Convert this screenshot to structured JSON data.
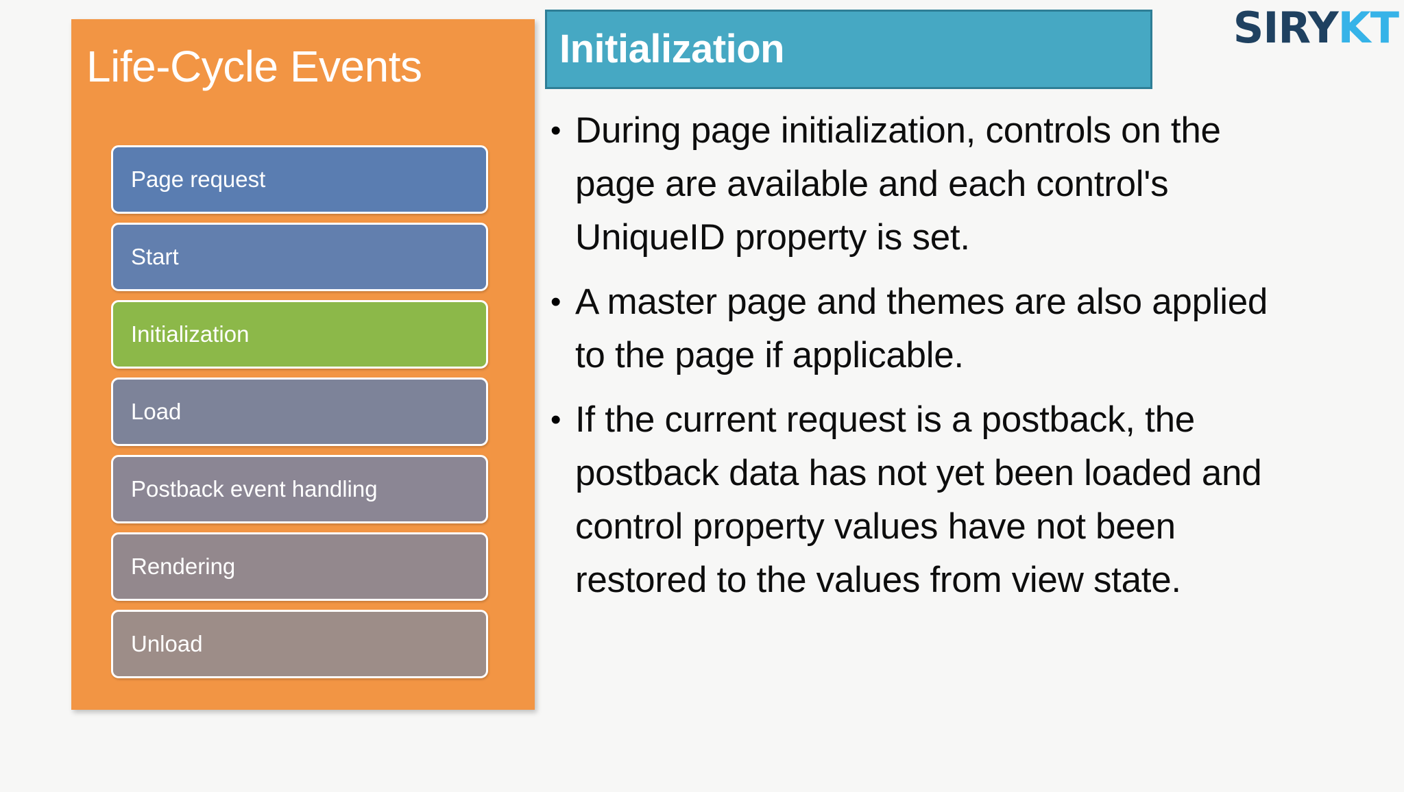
{
  "slide": {
    "background_color": "#f7f7f6"
  },
  "lifecycle_panel": {
    "title": "Life-Cycle Events",
    "panel_color": "#F29544",
    "stages": [
      {
        "label": "Page request",
        "color": "#5A7DB1",
        "highlighted": false
      },
      {
        "label": "Start",
        "color": "#627FAE",
        "highlighted": false
      },
      {
        "label": "Initialization",
        "color": "#8CB849",
        "highlighted": true
      },
      {
        "label": "Load",
        "color": "#7D8399",
        "highlighted": false
      },
      {
        "label": "Postback event handling",
        "color": "#8B8694",
        "highlighted": false
      },
      {
        "label": "Rendering",
        "color": "#93888D",
        "highlighted": false
      },
      {
        "label": "Unload",
        "color": "#9D8D88",
        "highlighted": false
      }
    ]
  },
  "content": {
    "header": "Initialization",
    "header_color": "#46A8C3",
    "header_border_color": "#2E7E96",
    "bullet_glyph": "•",
    "bullets": [
      "During page initialization, controls on the page are available and each control's UniqueID property is set.",
      "A master page and themes are also applied to the page if applicable.",
      "If the current request is a postback, the postback data has not yet been loaded and control property values have not been restored to the values from view state."
    ]
  },
  "logo": {
    "primary_text": "SIRY",
    "secondary_text": "KT",
    "primary_color": "#1F4160",
    "secondary_color": "#36B3E8"
  }
}
